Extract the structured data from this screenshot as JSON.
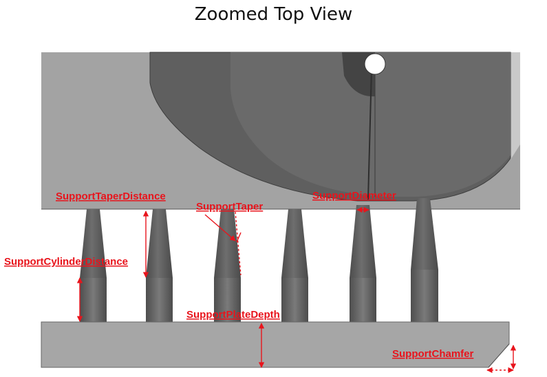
{
  "title": "Zoomed Top View",
  "colors": {
    "annotation": "#e8141c",
    "plate": "#a4a4a4",
    "part_dark": "#5e5e5e",
    "support": "#5c5c5c",
    "background": "#ffffff"
  },
  "labels": {
    "support_taper_distance": "SupportTaperDistance",
    "support_taper": "SupportTaper",
    "support_diameter": "SupportDiameter",
    "support_cylinder_distance": "SupportCylinderDistance",
    "support_plate_depth": "SupportPlateDepth",
    "support_chamfer": "SupportChamfer"
  }
}
